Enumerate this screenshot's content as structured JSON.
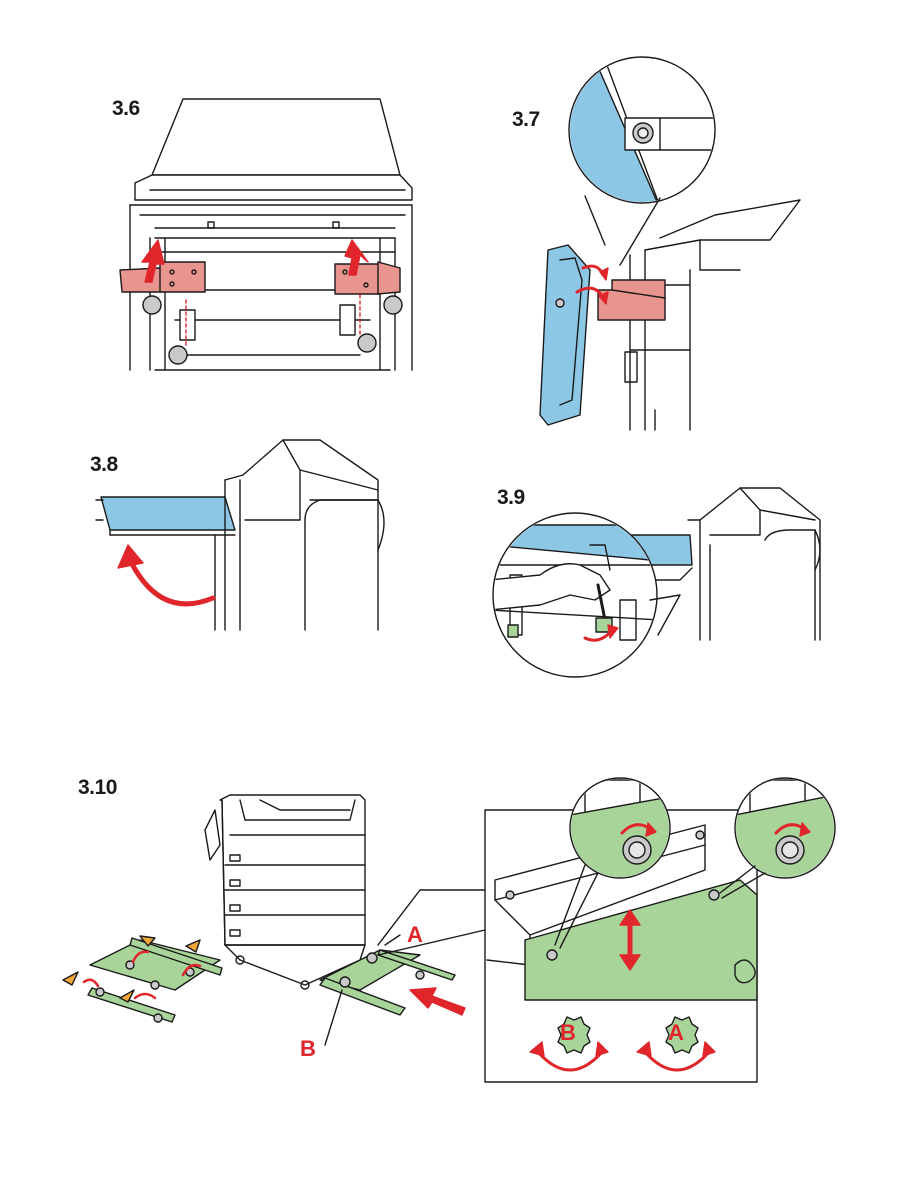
{
  "steps": {
    "s36": "3.6",
    "s37": "3.7",
    "s38": "3.8",
    "s39": "3.9",
    "s310": "3.10"
  },
  "callouts": {
    "a": "A",
    "b": "B",
    "knob_b": "B",
    "knob_a": "A"
  },
  "colors": {
    "accent_red": "#e0262b",
    "bracket_pink": "#e8958f",
    "tray_blue": "#8cc8e6",
    "plate_green": "#a8d49a",
    "tab_orange": "#f2a838",
    "line": "#1a1a1a"
  }
}
